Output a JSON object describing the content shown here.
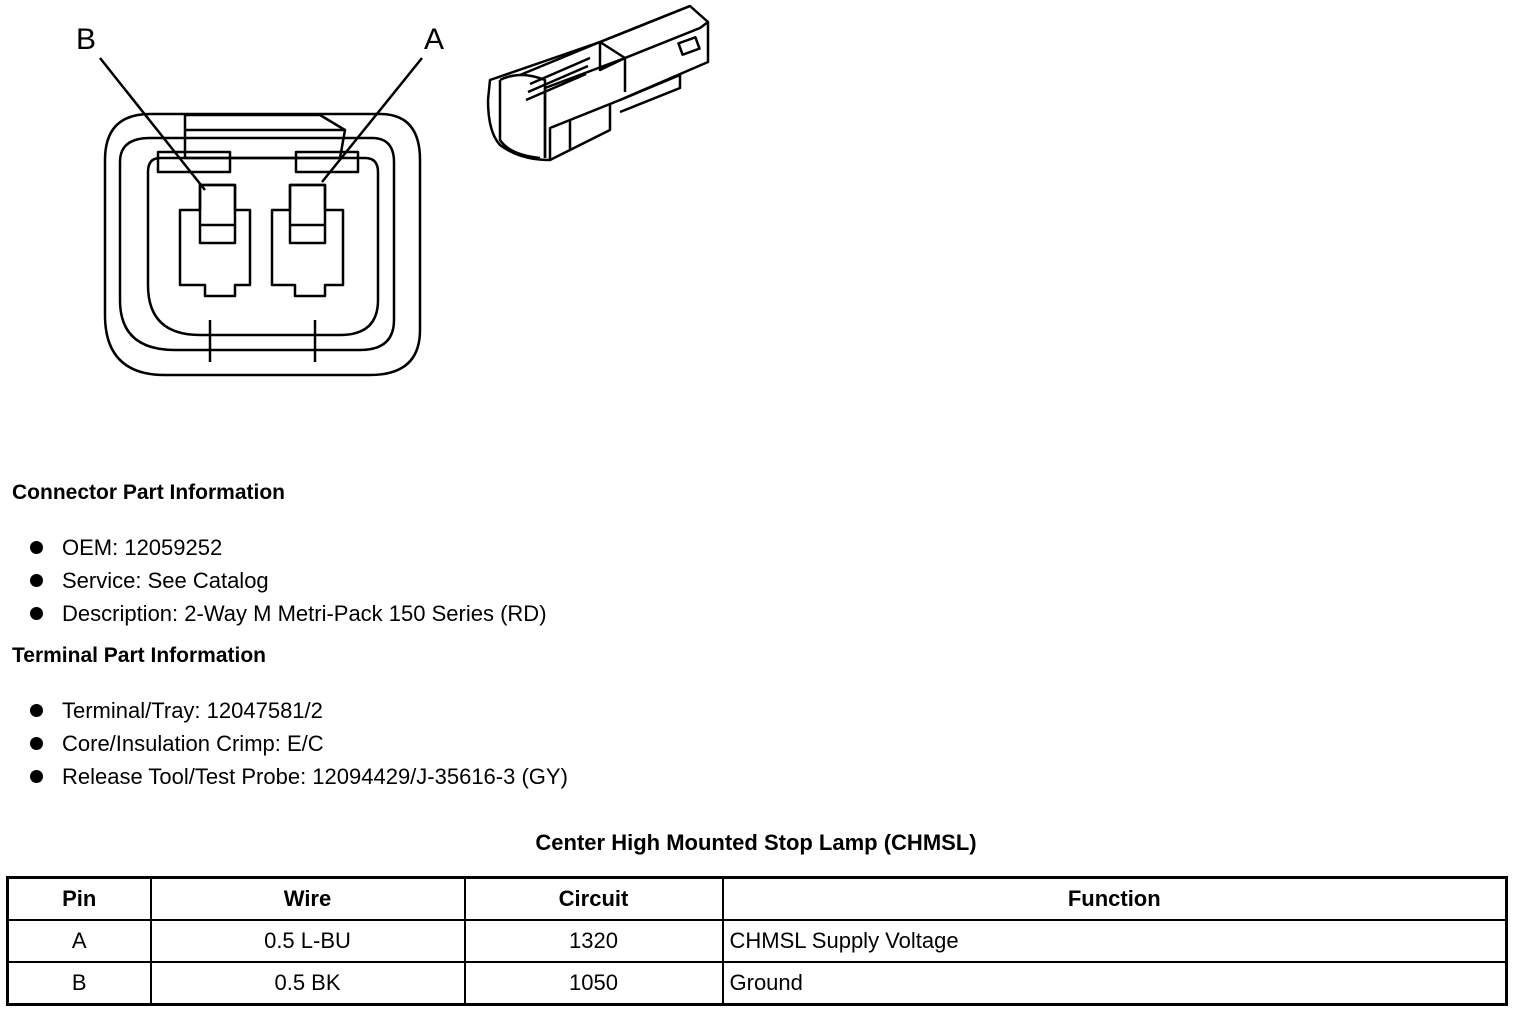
{
  "diagram": {
    "pin_labels": [
      "B",
      "A"
    ]
  },
  "connector_info": {
    "title": "Connector Part Information",
    "items": [
      "OEM: 12059252",
      "Service: See Catalog",
      "Description: 2-Way M Metri-Pack 150 Series (RD)"
    ]
  },
  "terminal_info": {
    "title": "Terminal Part Information",
    "items": [
      "Terminal/Tray: 12047581/2",
      "Core/Insulation Crimp: E/C",
      "Release Tool/Test Probe: 12094429/J-35616-3 (GY)"
    ]
  },
  "pin_table": {
    "title": "Center High Mounted Stop Lamp (CHMSL)",
    "headers": [
      "Pin",
      "Wire",
      "Circuit",
      "Function"
    ],
    "rows": [
      [
        "A",
        "0.5 L-BU",
        "1320",
        "CHMSL Supply Voltage"
      ],
      [
        "B",
        "0.5 BK",
        "1050",
        "Ground"
      ]
    ]
  }
}
